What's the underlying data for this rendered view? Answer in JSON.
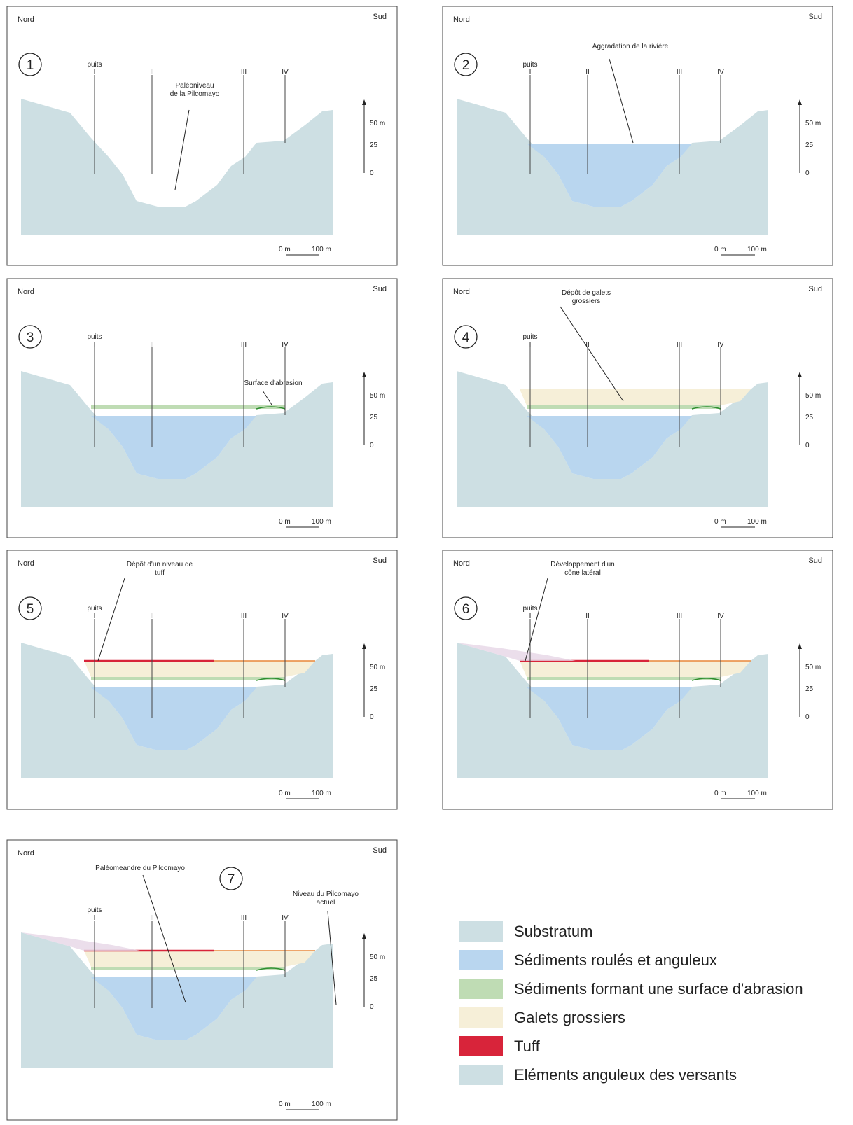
{
  "colors": {
    "substratum": "#cddfe3",
    "sediments_roules": "#b9d6ef",
    "sediments_abrasion": "#bfdcb4",
    "galets": "#f6efd8",
    "tuff": "#d8243a",
    "versants": "#e6d6e6",
    "line": "#222222",
    "frame": "#444444",
    "tick_blue": "#2e86de",
    "tick_orange": "#e8873a"
  },
  "common": {
    "north": "Nord",
    "south": "Sud",
    "well_label": "puits",
    "wells": [
      "I",
      "II",
      "III",
      "IV"
    ],
    "scale_vertical": [
      "50 m",
      "25",
      "0"
    ],
    "scale_horizontal": [
      "0 m",
      "100 m"
    ]
  },
  "panels": [
    {
      "number": "1",
      "annotation": [
        "Paléoniveau",
        "de la Pilcomayo"
      ]
    },
    {
      "number": "2",
      "annotation": [
        "Aggradation de la rivière"
      ]
    },
    {
      "number": "3",
      "annotation": [
        "Surface d'abrasion"
      ]
    },
    {
      "number": "4",
      "annotation": [
        "Dépôt de galets",
        "grossiers"
      ]
    },
    {
      "number": "5",
      "annotation": [
        "Dépôt d'un niveau de",
        "tuff"
      ]
    },
    {
      "number": "6",
      "annotation": [
        "Développement d'un",
        "cône latéral"
      ]
    },
    {
      "number": "7",
      "annotation": [
        "Paléomeandre du Pilcomayo"
      ],
      "annotation2": [
        "Niveau du Pilcomayo",
        "actuel"
      ]
    }
  ],
  "legend": [
    {
      "label": "Substratum",
      "color_key": "substratum"
    },
    {
      "label": "Sédiments roulés et anguleux",
      "color_key": "sediments_roules"
    },
    {
      "label": "Sédiments formant une surface d'abrasion",
      "color_key": "sediments_abrasion"
    },
    {
      "label": "Galets grossiers",
      "color_key": "galets"
    },
    {
      "label": "Tuff",
      "color_key": "tuff"
    },
    {
      "label": "Eléments anguleux des versants",
      "color_key": "substratum"
    }
  ]
}
